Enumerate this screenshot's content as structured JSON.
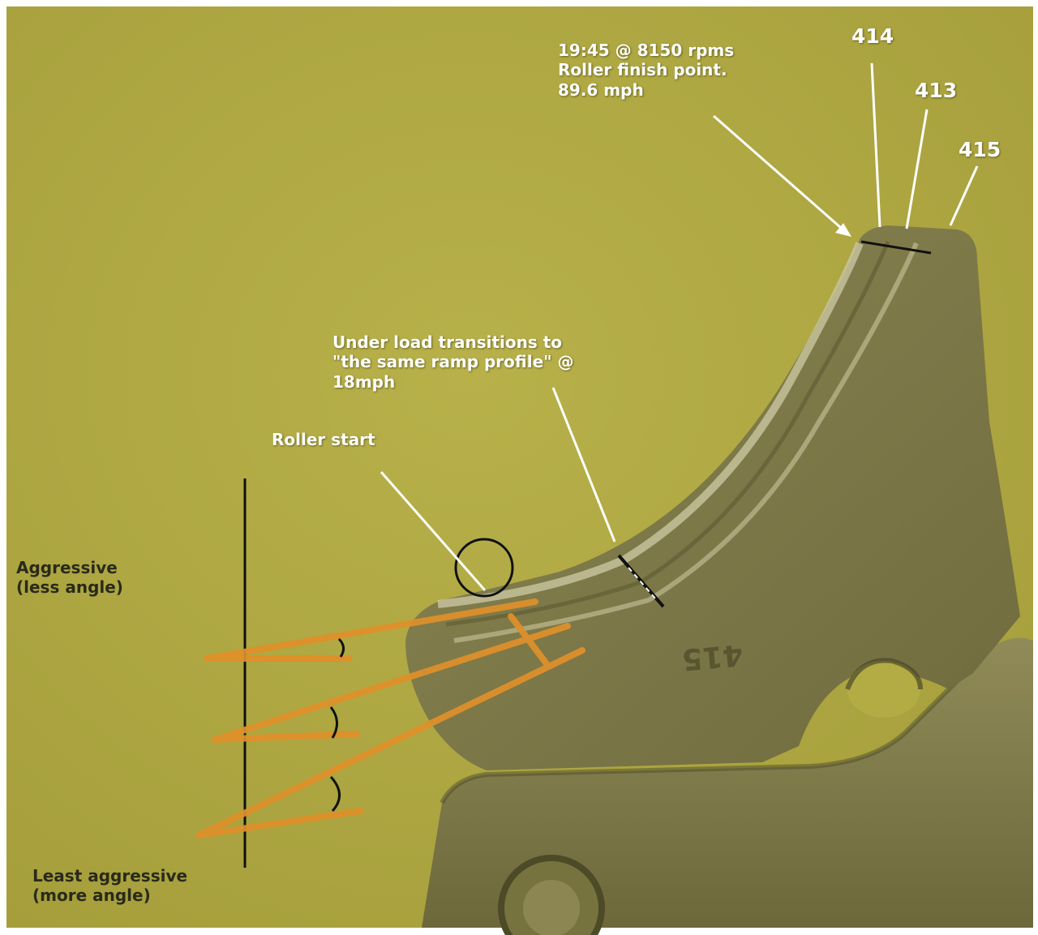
{
  "colors": {
    "background": "#b3ac45",
    "part_metal": "#7e7a49",
    "highlight": "#c9c6a0",
    "annotation_orange": "#e0902a",
    "annotation_white": "#ffffff",
    "annotation_black": "#111111"
  },
  "annotations": {
    "finish": "19:45 @ 8150 rpms\nRoller finish point.\n89.6 mph",
    "transition": "Under load transitions to\n\"the same ramp profile\" @\n18mph",
    "roller_start": "Roller start",
    "aggressive": "Aggressive\n(less angle)",
    "least_aggressive": "Least aggressive\n(more angle)"
  },
  "part_numbers": {
    "p414": "414",
    "p413": "413",
    "p415": "415"
  },
  "engraved_marking": "415"
}
